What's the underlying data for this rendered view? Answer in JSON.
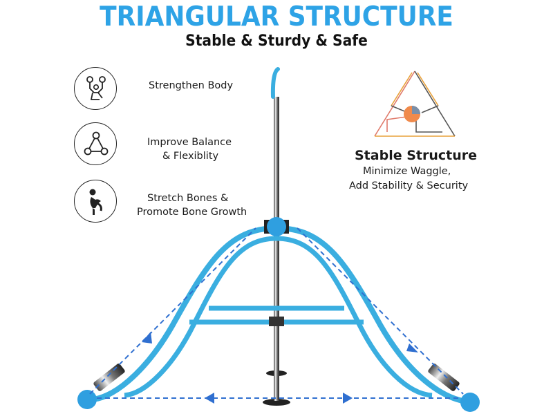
{
  "header": {
    "title": "TRIANGULAR STRUCTURE",
    "subtitle": "Stable & Sturdy & Safe"
  },
  "features": [
    {
      "icon": "rings-athlete-icon",
      "line1": "Strengthen Body",
      "line2": ""
    },
    {
      "icon": "triangle-balance-icon",
      "line1": "Improve Balance",
      "line2": "& Flexiblity"
    },
    {
      "icon": "stretching-person-icon",
      "line1": "Stretch Bones &",
      "line2": "Promote Bone Growth"
    }
  ],
  "stable": {
    "title": "Stable Structure",
    "line1": "Minimize Waggle,",
    "line2": "Add Stability & Security"
  },
  "colors": {
    "accent": "#2ea3e6",
    "frame": "#3aaee0",
    "tri_top": "#e9a23b",
    "tri_left": "#e07a6a",
    "tri_right": "#555555",
    "center_dot": "#f08a4b"
  }
}
